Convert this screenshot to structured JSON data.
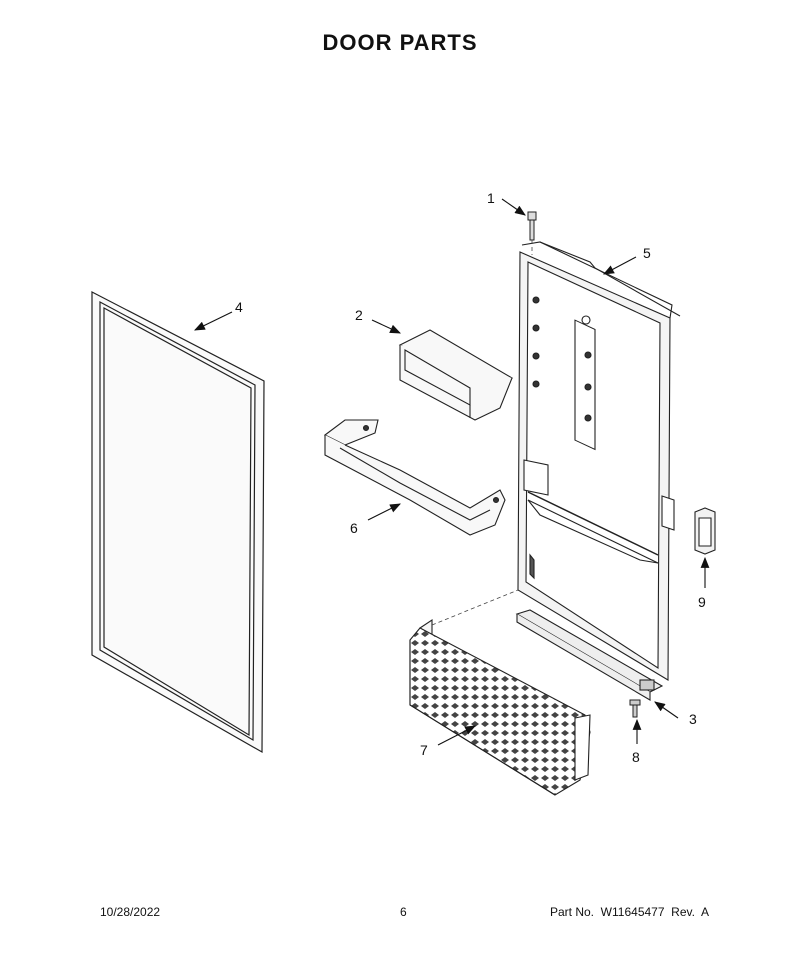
{
  "title": "DOOR PARTS",
  "callouts": [
    "1",
    "2",
    "3",
    "4",
    "5",
    "6",
    "7",
    "8",
    "9"
  ],
  "footer": {
    "date": "10/28/2022",
    "page": "6",
    "part_number": "Part No.  W11645477  Rev.  A"
  }
}
